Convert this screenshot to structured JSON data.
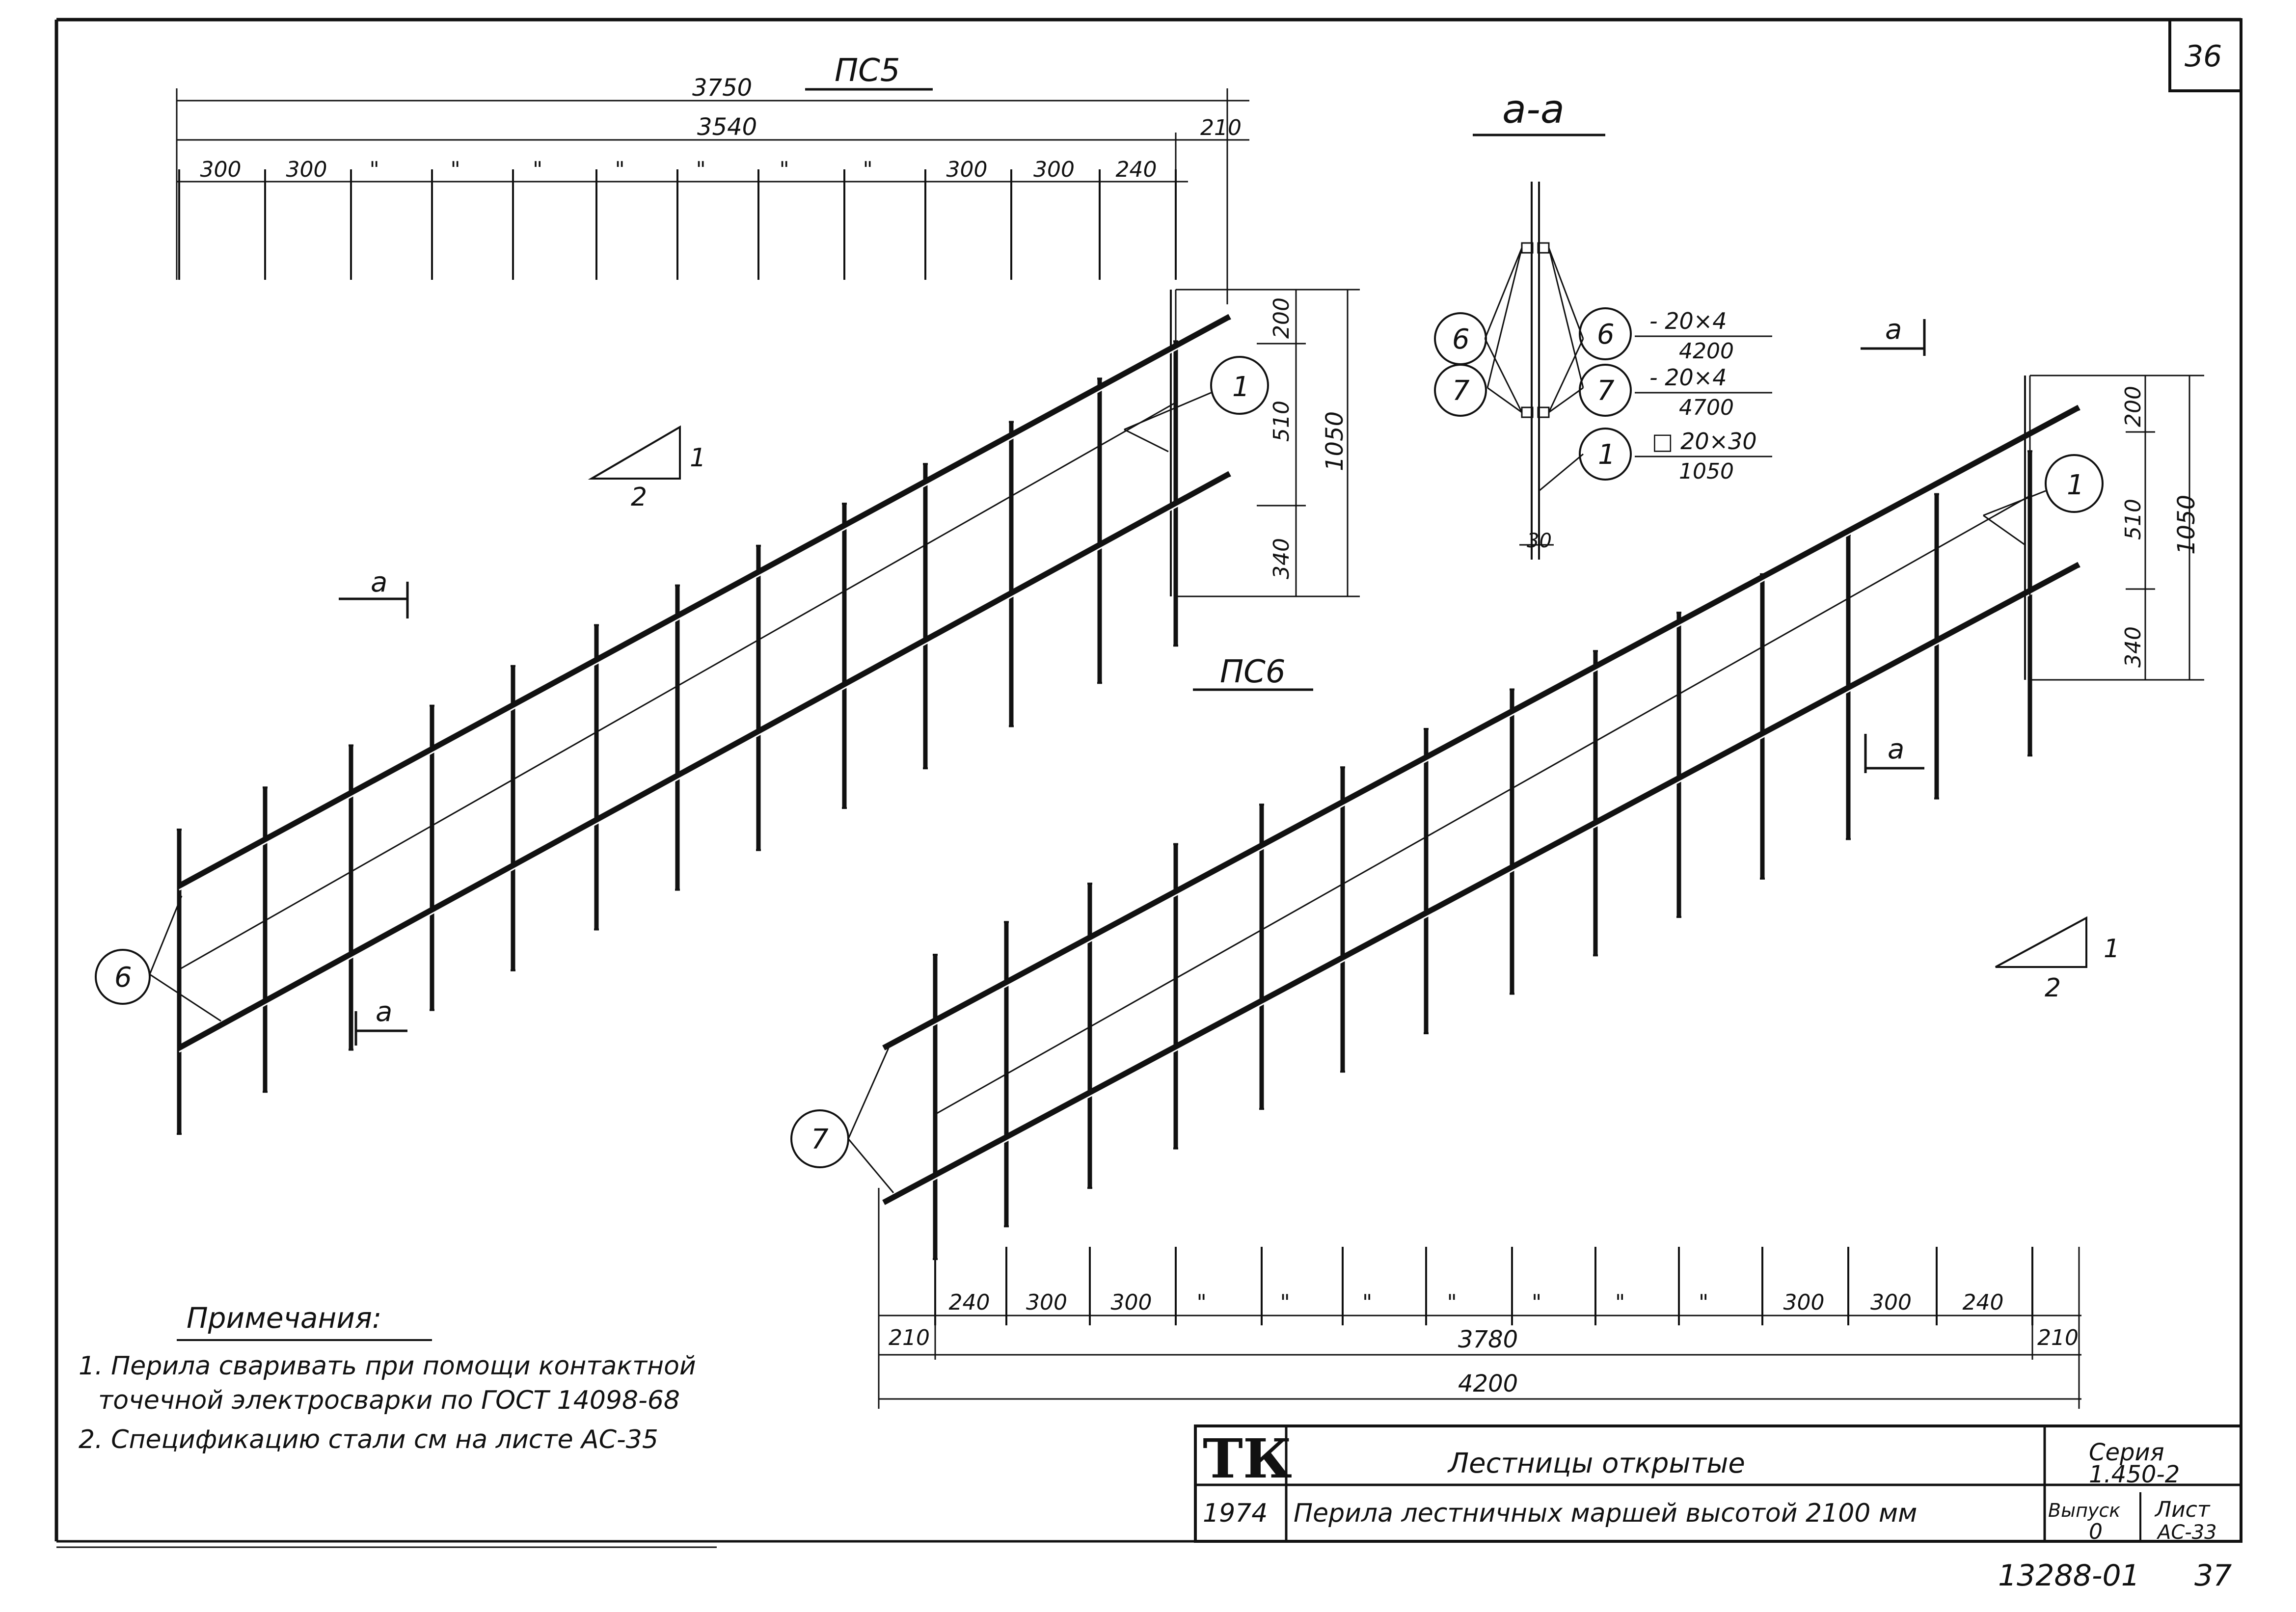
{
  "sheet_number": "36",
  "section_label": "a-a",
  "section_marker": "a",
  "slope": {
    "rise": "1",
    "run": "2"
  },
  "railing_ps5": {
    "title": "ПС5",
    "dim_overall": "3750",
    "dim_run": "3540",
    "dim_end": "210",
    "spacing": [
      "300",
      "300",
      "\"",
      "\"",
      "\"",
      "\"",
      "\"",
      "\"",
      "\"",
      "300",
      "300",
      "240"
    ],
    "height_dims": [
      "200",
      "510",
      "340"
    ],
    "height_total": "1050"
  },
  "railing_ps6": {
    "title": "ПС6",
    "dim_overall": "4200",
    "dim_run": "3780",
    "dim_start": "210",
    "dim_end": "210",
    "spacing": [
      "240",
      "300",
      "300",
      "\"",
      "\"",
      "\"",
      "\"",
      "\"",
      "\"",
      "\"",
      "300",
      "300",
      "240"
    ],
    "height_dims": [
      "200",
      "510",
      "340"
    ],
    "height_total": "1050"
  },
  "section": {
    "gap_dim": "30",
    "items": [
      {
        "mark": "6",
        "profile": "- 20×4",
        "length": "4200"
      },
      {
        "mark": "7",
        "profile": "- 20×4",
        "length": "4700"
      },
      {
        "mark": "1",
        "profile": "□ 20×30",
        "length": "1050"
      }
    ]
  },
  "callouts": {
    "post": "1",
    "rail_ps5": "6",
    "rail_ps6": "7"
  },
  "notes": {
    "title": "Примечания:",
    "lines": [
      "1. Перила сваривать при помощи контактной",
      "точечной электросварки по ГОСТ 14098-68",
      "2. Спецификацию стали см на листе АС-35"
    ]
  },
  "title_block": {
    "org": "ТК",
    "series_label": "Серия",
    "series": "1.450-2",
    "title": "Лестницы открытые",
    "year": "1974",
    "subtitle": "Перила лестничных маршей высотой 2100 мм",
    "issue_label": "Выпуск",
    "issue": "0",
    "sheet_label": "Лист",
    "sheet": "АС-33"
  },
  "doc_code": "13288-01",
  "page_number": "37"
}
